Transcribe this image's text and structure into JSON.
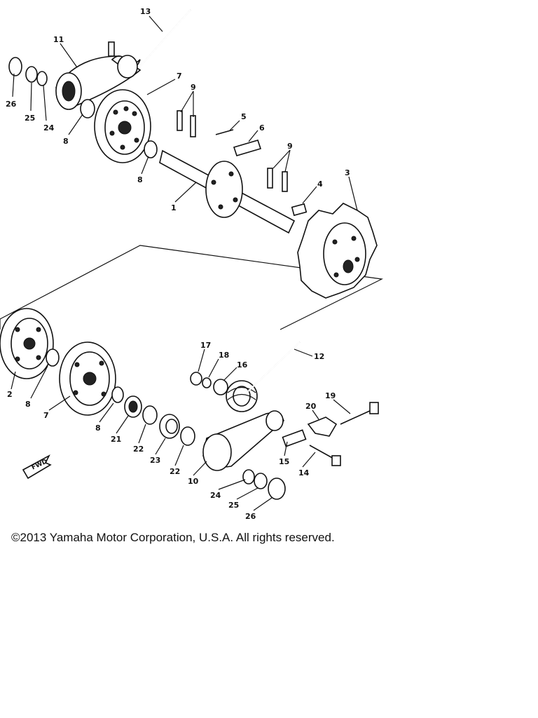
{
  "copyright": "©2013 Yamaha Motor Corporation, U.S.A. All rights reserved.",
  "direction_mark": "FWD",
  "callouts": {
    "c13": "13",
    "c11": "11",
    "c26a": "26",
    "c25a": "25",
    "c24a": "24",
    "c8a": "8",
    "c7a": "7",
    "c9a": "9",
    "c8b": "8",
    "c5": "5",
    "c6": "6",
    "c9b": "9",
    "c4": "4",
    "c3": "3",
    "c1": "1",
    "c17": "17",
    "c18a": "18",
    "c16": "16",
    "c12": "12",
    "c2": "2",
    "c8c": "8",
    "c7b": "7",
    "c8d": "8",
    "c21": "21",
    "c22a": "22",
    "c23": "23",
    "c22b": "22",
    "c10": "10",
    "c19": "19",
    "c20": "20",
    "c15": "15",
    "c14": "14",
    "c24b": "24",
    "c25b": "25",
    "c26b": "26"
  }
}
